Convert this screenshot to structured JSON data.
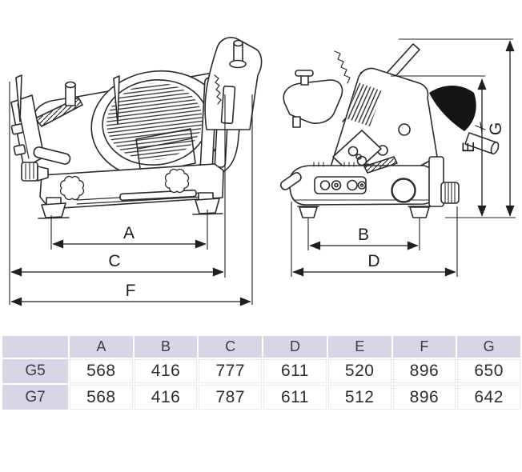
{
  "diagram": {
    "description": "Two technical line drawings of a gravity meat slicer (front view and side view) with dimension arrows",
    "dims": {
      "a": "A",
      "b": "B",
      "c": "C",
      "d": "D",
      "e": "E",
      "f": "F",
      "g": "G"
    }
  },
  "table": {
    "columns": [
      "A",
      "B",
      "C",
      "D",
      "E",
      "F",
      "G"
    ],
    "rows": [
      {
        "model": "G5",
        "values": [
          "568",
          "416",
          "777",
          "611",
          "520",
          "896",
          "650"
        ]
      },
      {
        "model": "G7",
        "values": [
          "568",
          "416",
          "787",
          "611",
          "512",
          "896",
          "642"
        ]
      }
    ]
  },
  "colors": {
    "table_header_bg": "#d6d6e7",
    "line_art": "#2b2b2b",
    "dimension_line": "#1f1f1f"
  }
}
